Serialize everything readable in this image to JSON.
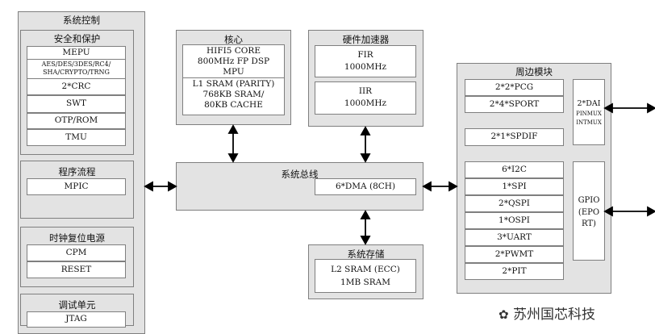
{
  "system_control": {
    "title": "系统控制",
    "security": {
      "title": "安全和保护",
      "items": [
        "MEPU",
        "AES/DES/3DES/RC4/",
        "SHA/CRYPTO/TRNG",
        "2*CRC",
        "SWT",
        "OTP/ROM",
        "TMU"
      ]
    },
    "program_flow": {
      "title": "程序流程",
      "items": [
        "MPIC"
      ]
    },
    "clock_reset": {
      "title": "时钟复位电源",
      "items": [
        "CPM",
        "RESET"
      ]
    },
    "debug": {
      "title": "调试单元",
      "items": [
        "JTAG"
      ]
    }
  },
  "core": {
    "title": "核心",
    "lines1": [
      "HIFI5 CORE",
      "800MHz FP DSP",
      "MPU"
    ],
    "lines2": [
      "L1 SRAM (PARITY)",
      "768KB SRAM/",
      "80KB CACHE"
    ]
  },
  "hw_accel": {
    "title": "硬件加速器",
    "fir": [
      "FIR",
      "1000MHz"
    ],
    "iir": [
      "IIR",
      "1000MHz"
    ]
  },
  "bus": {
    "title": "系统总线",
    "dma": "6*DMA (8CH)"
  },
  "storage": {
    "title": "系统存储",
    "lines": [
      "L2 SRAM (ECC)",
      "1MB SRAM"
    ]
  },
  "peripherals": {
    "title": "周边模块",
    "group1": [
      "2*2*PCG",
      "2*4*SPORT"
    ],
    "dai": [
      "2*DAI",
      "PINMUX",
      "INTMUX"
    ],
    "spdif": "2*1*SPDIF",
    "group2": [
      "6*I2C",
      "1*SPI",
      "2*QSPI",
      "1*OSPI",
      "3*UART",
      "2*PWMT",
      "2*PIT"
    ],
    "gpio": [
      "GPIO",
      "(EPO",
      "RT)"
    ]
  },
  "watermark": "苏州国芯科技"
}
